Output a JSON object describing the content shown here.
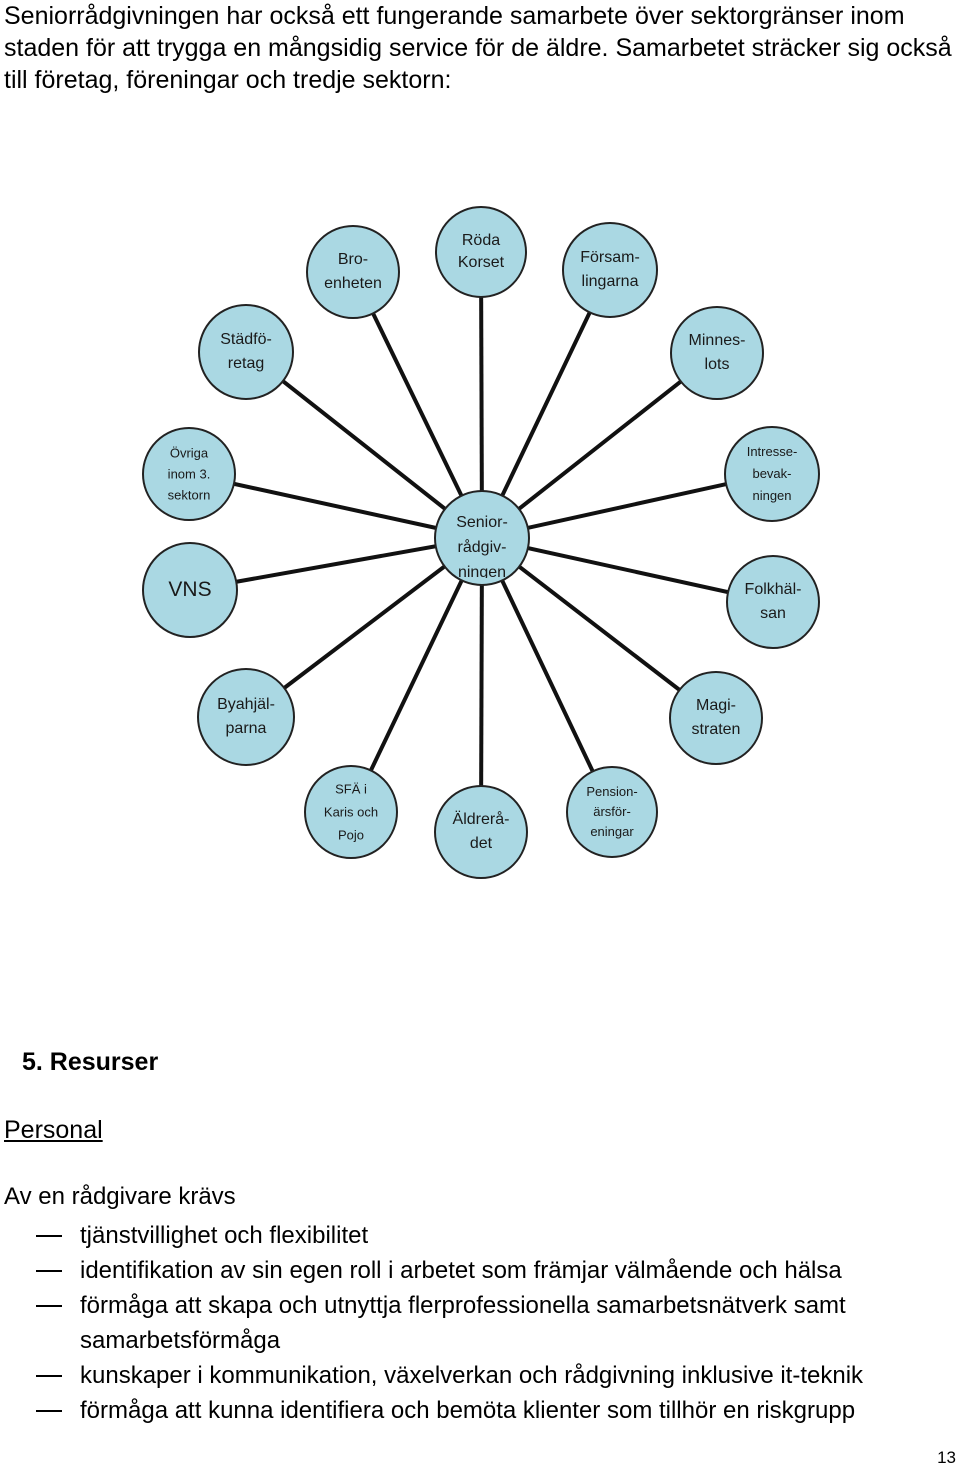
{
  "intro_paragraph": "Seniorrådgivningen har också ett fungerande samarbete över sektorgränser inom staden för att trygga en mångsidig service för de äldre. Samarbetet sträcker sig också till företag, föreningar och tredje sektorn:",
  "diagram": {
    "center": "Senior-\nrådgiv-\nningen",
    "nodes": [
      "Röda\nKorset",
      "Försam-\nlingarna",
      "Minnes-\nlots",
      "Intresse-\nbevak-\nningen",
      "Folkhäl-\nsan",
      "Magi-\nstraten",
      "Pension-\närsför-\neningar",
      "Äldrerå-\ndet",
      "SFÄ i\nKaris och\nPojo",
      "Byahjäl-\nparna",
      "VNS",
      "Övriga\ninom 3.\nsektorn",
      "Städfö-\nretag",
      "Bro-\nenheten"
    ],
    "colors": {
      "node_fill": "#aad8e3",
      "node_stroke": "#222222",
      "spoke": "#111111"
    }
  },
  "section": {
    "heading": "5.  Resurser",
    "subheading": "Personal"
  },
  "requirements": {
    "intro": "Av en rådgivare krävs",
    "items": [
      "tjänstvillighet och flexibilitet",
      "identifikation av sin egen roll i arbetet som främjar välmående och hälsa",
      "förmåga att skapa och utnyttja flerprofessionella samarbetsnätverk samt samarbetsförmåga",
      "kunskaper i kommunikation, växelverkan och rådgivning inklusive it-teknik",
      "förmåga att kunna identifiera och bemöta klienter som tillhör en riskgrupp"
    ]
  },
  "page_number": "13"
}
